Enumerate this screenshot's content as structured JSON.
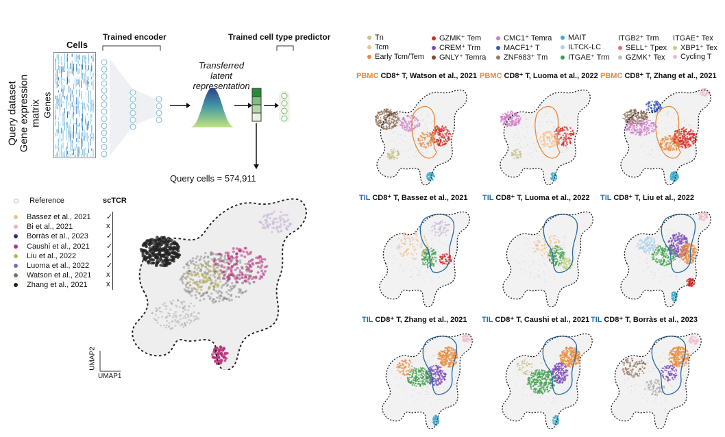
{
  "workflow": {
    "left_label": [
      "Query dataset",
      "Gene expression matrix"
    ],
    "cells_label": "Cells",
    "genes_label": "Genes",
    "encoder_label": "Trained encoder",
    "latent_label": [
      "Transferred",
      "latent representation"
    ],
    "predictor_label": "Trained cell type predictor",
    "query_count": "Query cells = 574,911"
  },
  "reference_legend": {
    "reference_label": "Reference",
    "sctcr_header": "scTCR",
    "items": [
      {
        "name": "Bassez et al., 2021",
        "color": "#f2c08a",
        "tcr": "✓"
      },
      {
        "name": "Bi et al., 2021",
        "color": "#e8b0c0",
        "tcr": "x"
      },
      {
        "name": "Borràs et al., 2023",
        "color": "#2f2a7a",
        "tcr": "✓"
      },
      {
        "name": "Caushi et al., 2021",
        "color": "#b8307a",
        "tcr": "✓"
      },
      {
        "name": "Liu et al., 2022",
        "color": "#b9b45a",
        "tcr": "✓"
      },
      {
        "name": "Luoma et al., 2022",
        "color": "#7a6ab8",
        "tcr": "✓"
      },
      {
        "name": "Watson et al., 2021",
        "color": "#8a6a52",
        "tcr": "x"
      },
      {
        "name": "Zhang et al., 2021",
        "color": "#222222",
        "tcr": "x"
      }
    ]
  },
  "umap_axes": {
    "x": "UMAP1",
    "y": "UMAP2"
  },
  "celltype_legend": [
    {
      "label": "Tn",
      "color": "#c9c08a"
    },
    {
      "label": "Tcm",
      "color": "#f2c08a"
    },
    {
      "label": "Early Tcm/Tem",
      "color": "#e98a3a"
    },
    {
      "label": "GZMK⁺ Tem",
      "color": "#d62828"
    },
    {
      "label": "CREM⁺ Trm",
      "color": "#7a4ab8"
    },
    {
      "label": "GNLY⁺ Temra",
      "color": "#7a4a3a"
    },
    {
      "label": "CMC1⁺ Temra",
      "color": "#d07ac8"
    },
    {
      "label": "MACF1⁺ T",
      "color": "#3a5ab8"
    },
    {
      "label": "ZNF683⁺ Tm",
      "color": "#9a7a6a"
    },
    {
      "label": "MAIT",
      "color": "#3aaad0"
    },
    {
      "label": "ILTCK-LC",
      "color": "#a8d0e8"
    },
    {
      "label": "ITGAE⁺ Trm",
      "color": "#3aa048"
    },
    {
      "label": "ITGB2⁺ Trm",
      "color": ""
    },
    {
      "label": "SELL⁺ Tpex",
      "color": "#e86a6a"
    },
    {
      "label": "GZMK⁺ Tex",
      "color": "#c0c0c0"
    },
    {
      "label": "ITGAE⁺ Tex",
      "color": ""
    },
    {
      "label": "XBP1⁺ Tex",
      "color": "#c0d080"
    },
    {
      "label": "Cycling T",
      "color": "#f0b8c8"
    }
  ],
  "panels": [
    {
      "tissue": "PBMC",
      "rest": "CD8⁺ T, Watson et al., 2021",
      "color": "#e98a3a"
    },
    {
      "tissue": "PBMC",
      "rest": "CD8⁺ T, Luoma et al., 2022",
      "color": "#e98a3a"
    },
    {
      "tissue": "PBMC",
      "rest": "CD8⁺ T, Zhang et al., 2021",
      "color": "#e98a3a"
    },
    {
      "tissue": "TIL",
      "rest": "CD8⁺ T, Bassez et al., 2021",
      "color": "#2a6aa8"
    },
    {
      "tissue": "TIL",
      "rest": "CD8⁺ T, Luoma et al., 2022",
      "color": "#2a6aa8"
    },
    {
      "tissue": "TIL",
      "rest": "CD8⁺ T, Liu et al., 2022",
      "color": "#2a6aa8"
    },
    {
      "tissue": "TIL",
      "rest": "CD8⁺ T, Zhang et al., 2021",
      "color": "#2a6aa8"
    },
    {
      "tissue": "TIL",
      "rest": "CD8⁺ T, Caushi et al., 2021",
      "color": "#2a6aa8"
    },
    {
      "tissue": "TIL",
      "rest": "CD8⁺ T, Borràs et al., 2023",
      "color": "#2a6aa8"
    }
  ]
}
